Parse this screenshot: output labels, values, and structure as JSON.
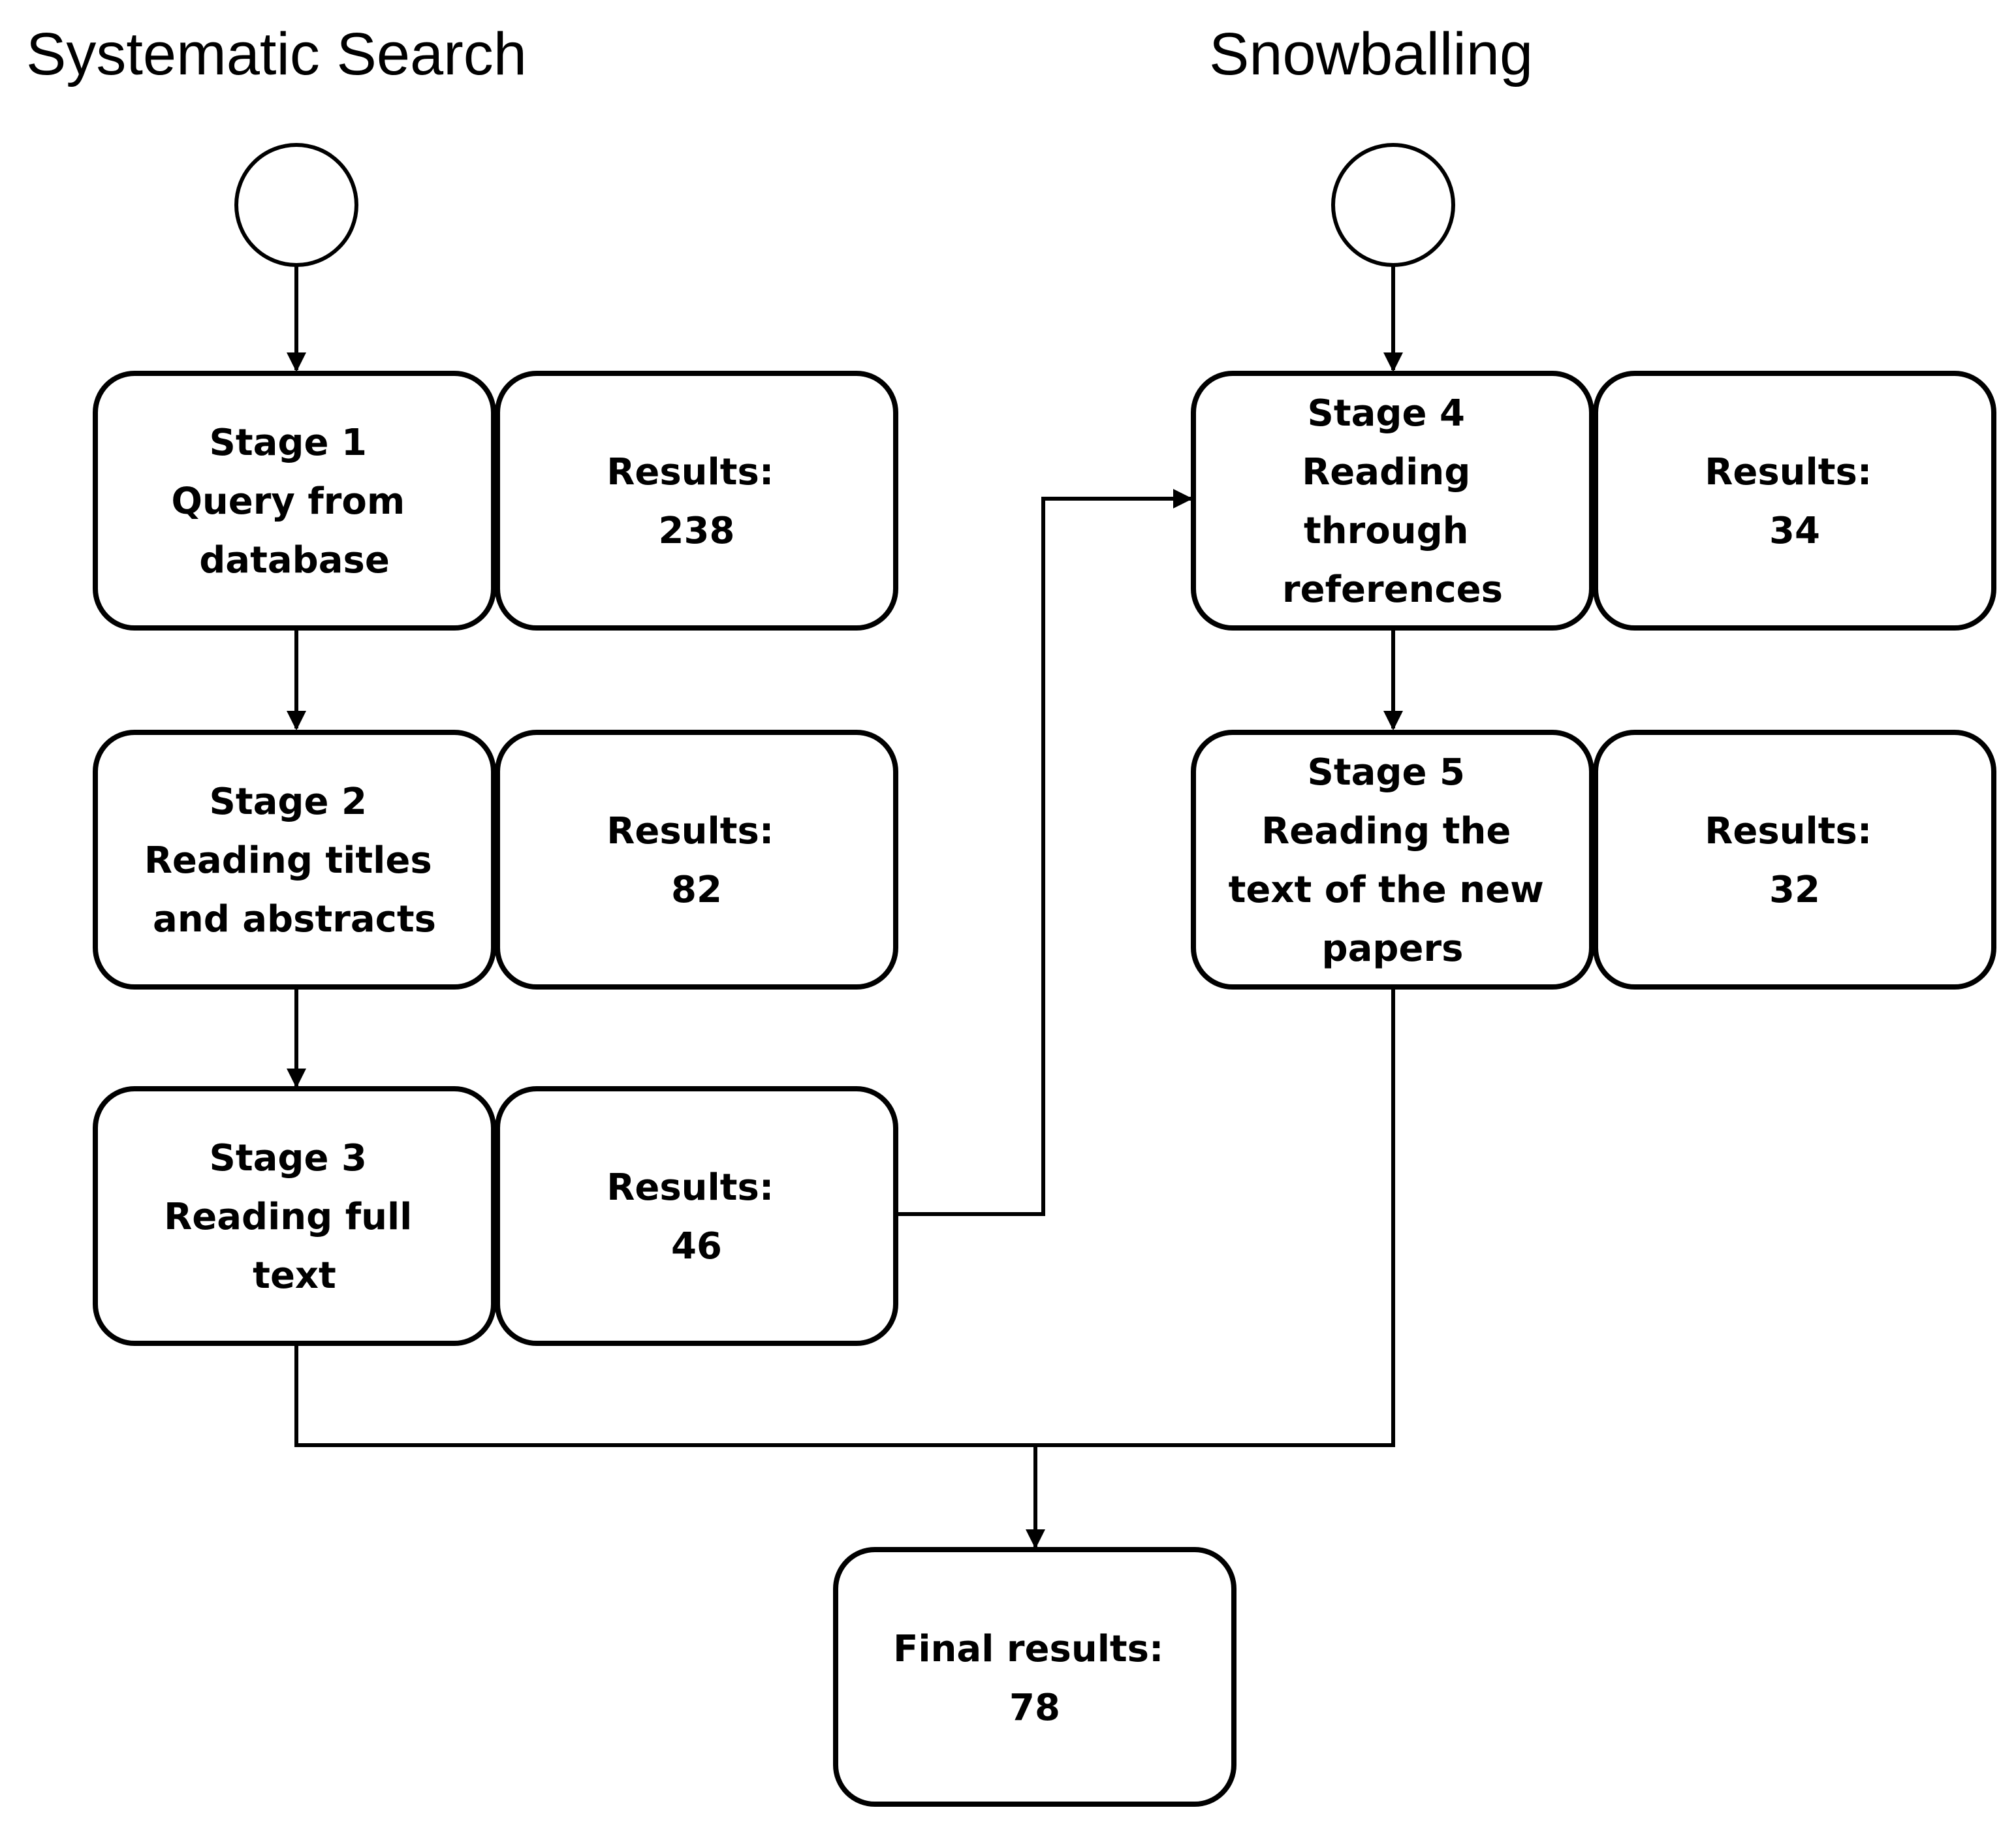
{
  "columns": {
    "left_title": "Systematic Search",
    "right_title": "Snowballing"
  },
  "stages": [
    {
      "id": "stage-1",
      "lines": [
        "Stage 1",
        "Query from",
        "database"
      ],
      "result_lines": [
        "Results:",
        "238"
      ]
    },
    {
      "id": "stage-2",
      "lines": [
        "Stage 2",
        "Reading titles",
        "and abstracts"
      ],
      "result_lines": [
        "Results:",
        "82"
      ]
    },
    {
      "id": "stage-3",
      "lines": [
        "Stage 3",
        "Reading full",
        "text"
      ],
      "result_lines": [
        "Results:",
        "46"
      ]
    },
    {
      "id": "stage-4",
      "lines": [
        "Stage 4",
        "Reading",
        "through",
        "references"
      ],
      "result_lines": [
        "Results:",
        "34"
      ]
    },
    {
      "id": "stage-5",
      "lines": [
        "Stage 5",
        "Reading the",
        "text of the new",
        "papers"
      ],
      "result_lines": [
        "Results:",
        "32"
      ]
    }
  ],
  "final": {
    "lines": [
      "Final results:",
      "78"
    ]
  }
}
